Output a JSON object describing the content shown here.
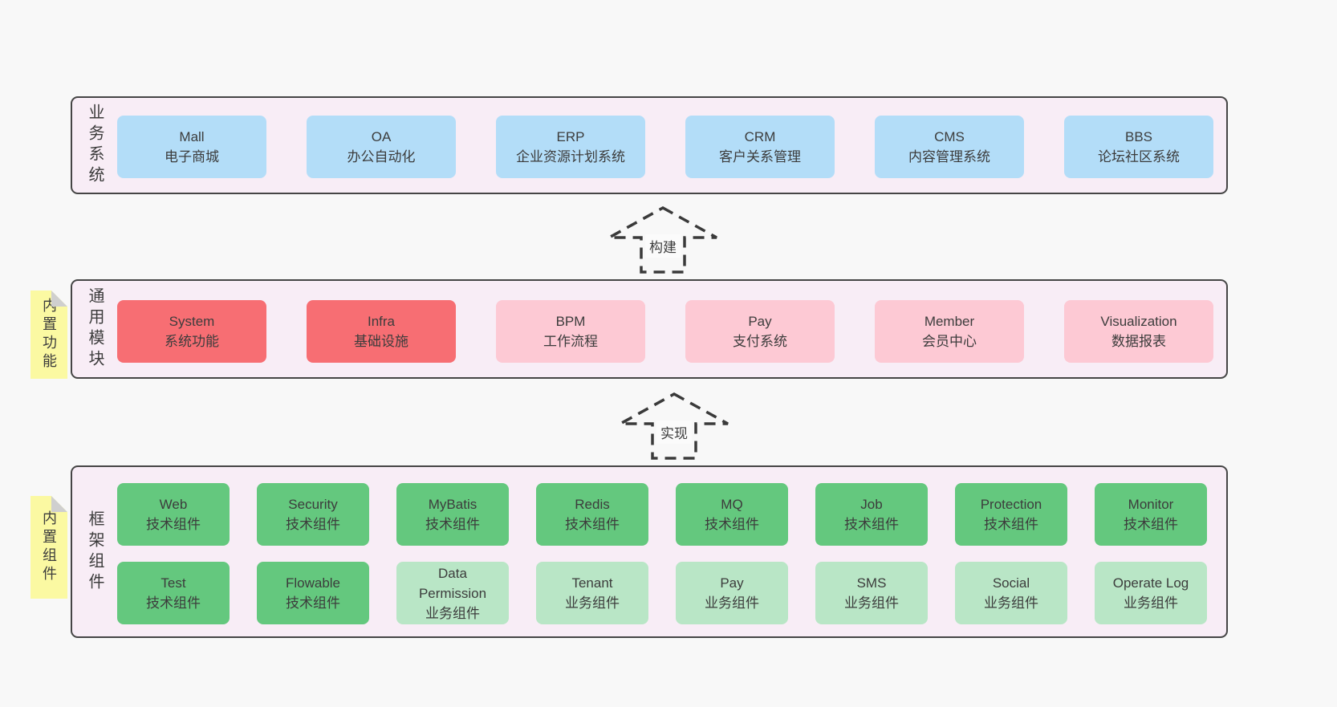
{
  "colors": {
    "page-bg": "#f8f8f8",
    "container-bg": "#f8edf6",
    "border": "#454545",
    "text": "#3d3d3d",
    "blue": "#b3ddf8",
    "red": "#f76e73",
    "pink": "#fdc9d4",
    "green": "#64c87e",
    "lightgreen": "#b9e6c6",
    "yellow": "#fbf9a2",
    "fold": "#cfcfcf",
    "arrow-stroke": "#3a3a3a"
  },
  "layers": [
    {
      "id": "business-systems",
      "label": "业务系统",
      "items": [
        {
          "title": "Mall",
          "subtitle": "电子商城",
          "type": "blue"
        },
        {
          "title": "OA",
          "subtitle": "办公自动化",
          "type": "blue"
        },
        {
          "title": "ERP",
          "subtitle": "企业资源计划系统",
          "type": "blue"
        },
        {
          "title": "CRM",
          "subtitle": "客户关系管理",
          "type": "blue"
        },
        {
          "title": "CMS",
          "subtitle": "内容管理系统",
          "type": "blue"
        },
        {
          "title": "BBS",
          "subtitle": "论坛社区系统",
          "type": "blue"
        }
      ]
    },
    {
      "id": "common-modules",
      "label": "通用模块",
      "note": "内置功能",
      "items": [
        {
          "title": "System",
          "subtitle": "系统功能",
          "type": "red"
        },
        {
          "title": "Infra",
          "subtitle": "基础设施",
          "type": "red"
        },
        {
          "title": "BPM",
          "subtitle": "工作流程",
          "type": "pink"
        },
        {
          "title": "Pay",
          "subtitle": "支付系统",
          "type": "pink"
        },
        {
          "title": "Member",
          "subtitle": "会员中心",
          "type": "pink"
        },
        {
          "title": "Visualization",
          "subtitle": "数据报表",
          "type": "pink"
        }
      ]
    },
    {
      "id": "framework-components",
      "label": "框架组件",
      "note": "内置组件",
      "rows": [
        [
          {
            "title": "Web",
            "subtitle": "技术组件",
            "type": "green"
          },
          {
            "title": "Security",
            "subtitle": "技术组件",
            "type": "green"
          },
          {
            "title": "MyBatis",
            "subtitle": "技术组件",
            "type": "green"
          },
          {
            "title": "Redis",
            "subtitle": "技术组件",
            "type": "green"
          },
          {
            "title": "MQ",
            "subtitle": "技术组件",
            "type": "green"
          },
          {
            "title": "Job",
            "subtitle": "技术组件",
            "type": "green"
          },
          {
            "title": "Protection",
            "subtitle": "技术组件",
            "type": "green"
          },
          {
            "title": "Monitor",
            "subtitle": "技术组件",
            "type": "green"
          }
        ],
        [
          {
            "title": "Test",
            "subtitle": "技术组件",
            "type": "green"
          },
          {
            "title": "Flowable",
            "subtitle": "技术组件",
            "type": "green"
          },
          {
            "title": "Data Permission",
            "subtitle": "业务组件",
            "type": "lightgreen"
          },
          {
            "title": "Tenant",
            "subtitle": "业务组件",
            "type": "lightgreen"
          },
          {
            "title": "Pay",
            "subtitle": "业务组件",
            "type": "lightgreen"
          },
          {
            "title": "SMS",
            "subtitle": "业务组件",
            "type": "lightgreen"
          },
          {
            "title": "Social",
            "subtitle": "业务组件",
            "type": "lightgreen"
          },
          {
            "title": "Operate Log",
            "subtitle": "业务组件",
            "type": "lightgreen"
          }
        ]
      ]
    }
  ],
  "arrows": [
    {
      "label": "构建"
    },
    {
      "label": "实现"
    }
  ]
}
